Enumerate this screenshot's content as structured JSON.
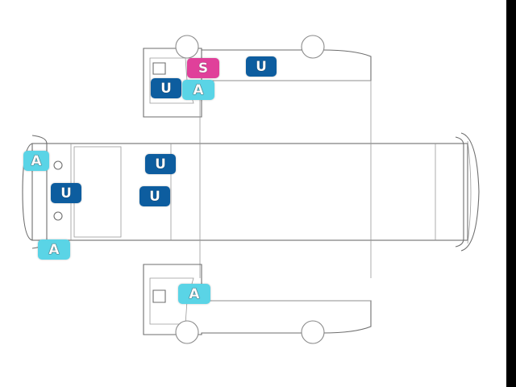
{
  "colors": {
    "U": "#0d5d9f",
    "A": "#5ad4e6",
    "S": "#e0409a",
    "outline": "#6e6e6e",
    "background": "#ffffff",
    "edge": "#000000"
  },
  "markers": [
    {
      "id": "s-top-side",
      "type": "S",
      "label": "S"
    },
    {
      "id": "u-top-side-middle",
      "type": "U",
      "label": "U"
    },
    {
      "id": "u-top-side-front",
      "type": "U",
      "label": "U"
    },
    {
      "id": "a-top-side-pillar",
      "type": "A",
      "label": "A"
    },
    {
      "id": "a-front-top-corner",
      "type": "A",
      "label": "A"
    },
    {
      "id": "u-front-center",
      "type": "U",
      "label": "U"
    },
    {
      "id": "a-front-bottom-corner",
      "type": "A",
      "label": "A"
    },
    {
      "id": "u-roof-upper",
      "type": "U",
      "label": "U"
    },
    {
      "id": "u-roof-lower",
      "type": "U",
      "label": "U"
    },
    {
      "id": "a-bottom-side-pillar",
      "type": "A",
      "label": "A"
    }
  ]
}
